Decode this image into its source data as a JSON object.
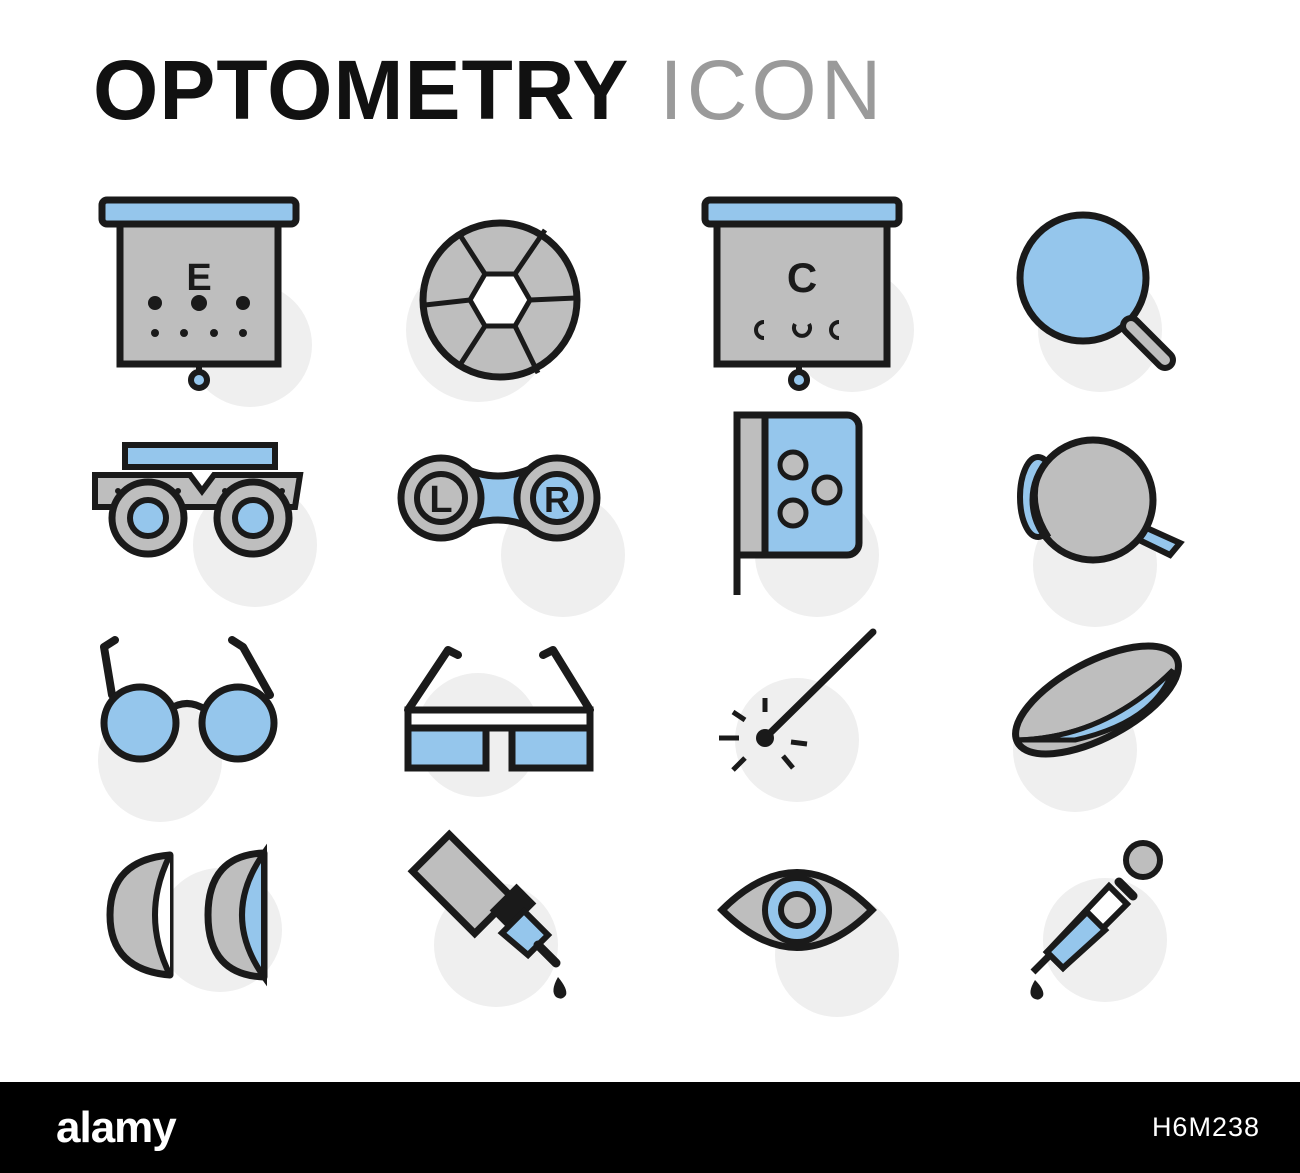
{
  "title": {
    "main": "OPTOMETRY",
    "sub": "ICON"
  },
  "icons": [
    {
      "name": "eye-chart-e-icon",
      "letter": "E"
    },
    {
      "name": "aperture-icon"
    },
    {
      "name": "eye-chart-c-icon",
      "letter": "C"
    },
    {
      "name": "magnifier-icon"
    },
    {
      "name": "trial-frame-icon"
    },
    {
      "name": "lens-case-icon",
      "left": "L",
      "right": "R"
    },
    {
      "name": "phoropter-icon"
    },
    {
      "name": "eyeball-icon"
    },
    {
      "name": "round-glasses-icon"
    },
    {
      "name": "square-glasses-icon"
    },
    {
      "name": "laser-icon"
    },
    {
      "name": "contact-lens-icon"
    },
    {
      "name": "contact-lenses-side-icon"
    },
    {
      "name": "eye-drops-bottle-icon"
    },
    {
      "name": "eye-icon"
    },
    {
      "name": "pipette-icon"
    }
  ],
  "footer": {
    "brand": "alamy",
    "stock_id": "H6M238"
  },
  "colors": {
    "blue": "#95c6ec",
    "gray": "#bebebe",
    "outline": "#1a1a1a",
    "shadow": "#efefef"
  }
}
